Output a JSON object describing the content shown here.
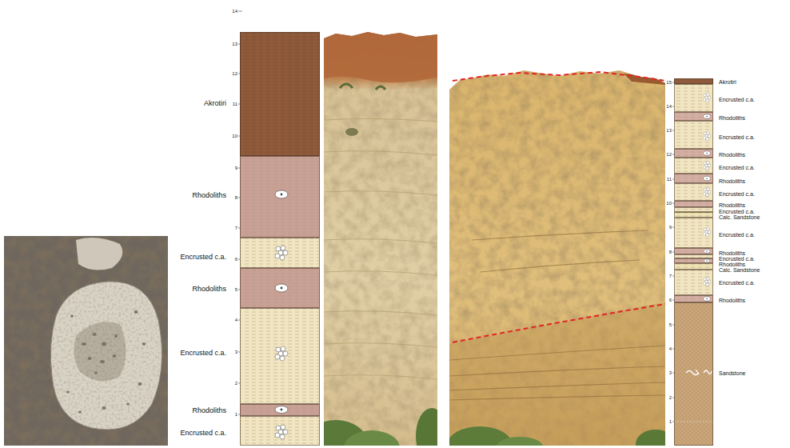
{
  "diagram": {
    "nodes": [
      {
        "text": [
          "Akrotiri"
        ]
      },
      {
        "text": [
          "Rhodoliths"
        ]
      },
      {
        "text": [
          "Encrusted c.a."
        ]
      },
      {
        "text": [
          "Rhodoliths"
        ]
      },
      {
        "text": [
          "Encrusted c.a."
        ]
      },
      {
        "text": [
          "Rhodoliths"
        ]
      },
      {
        "text": [
          "Encrusted c.a."
        ]
      },
      {
        "text": [
          "Akrotiri"
        ]
      },
      {
        "text": [
          "Encrusted c.a."
        ]
      },
      {
        "text": [
          "Rhodoliths"
        ]
      },
      {
        "text": [
          "Encrusted c.a."
        ]
      },
      {
        "text": [
          "Rhodoliths"
        ]
      },
      {
        "text": [
          "Encrusted c.a."
        ]
      },
      {
        "text": [
          "Rhodoliths"
        ]
      },
      {
        "text": [
          "Encrusted c.a."
        ]
      },
      {
        "text": [
          "Rhodoliths"
        ]
      },
      {
        "text": [
          "Encrusted c.a."
        ]
      },
      {
        "text": [
          "Calc. Sandstone"
        ]
      },
      {
        "text": [
          "Encrusted c.a."
        ]
      },
      {
        "text": [
          "Rhodoliths"
        ]
      },
      {
        "text": [
          "Encrusted c.a."
        ]
      },
      {
        "text": [
          "Rhodoliths"
        ]
      },
      {
        "text": [
          "Calc. Sandstone"
        ]
      },
      {
        "text": [
          "Encrusted c.a."
        ]
      },
      {
        "text": [
          "Rhodoliths"
        ]
      },
      {
        "text": [
          "Sandstone"
        ]
      }
    ],
    "labels": [
      "14",
      "13",
      "12",
      "11",
      "10",
      "9",
      "8",
      "7",
      "6",
      "5",
      "4",
      "3",
      "2",
      "1",
      "15",
      "14",
      "13",
      "12",
      "11",
      "10",
      "9",
      "8",
      "7",
      "6",
      "5",
      "4",
      "3",
      "2",
      "1"
    ]
  }
}
